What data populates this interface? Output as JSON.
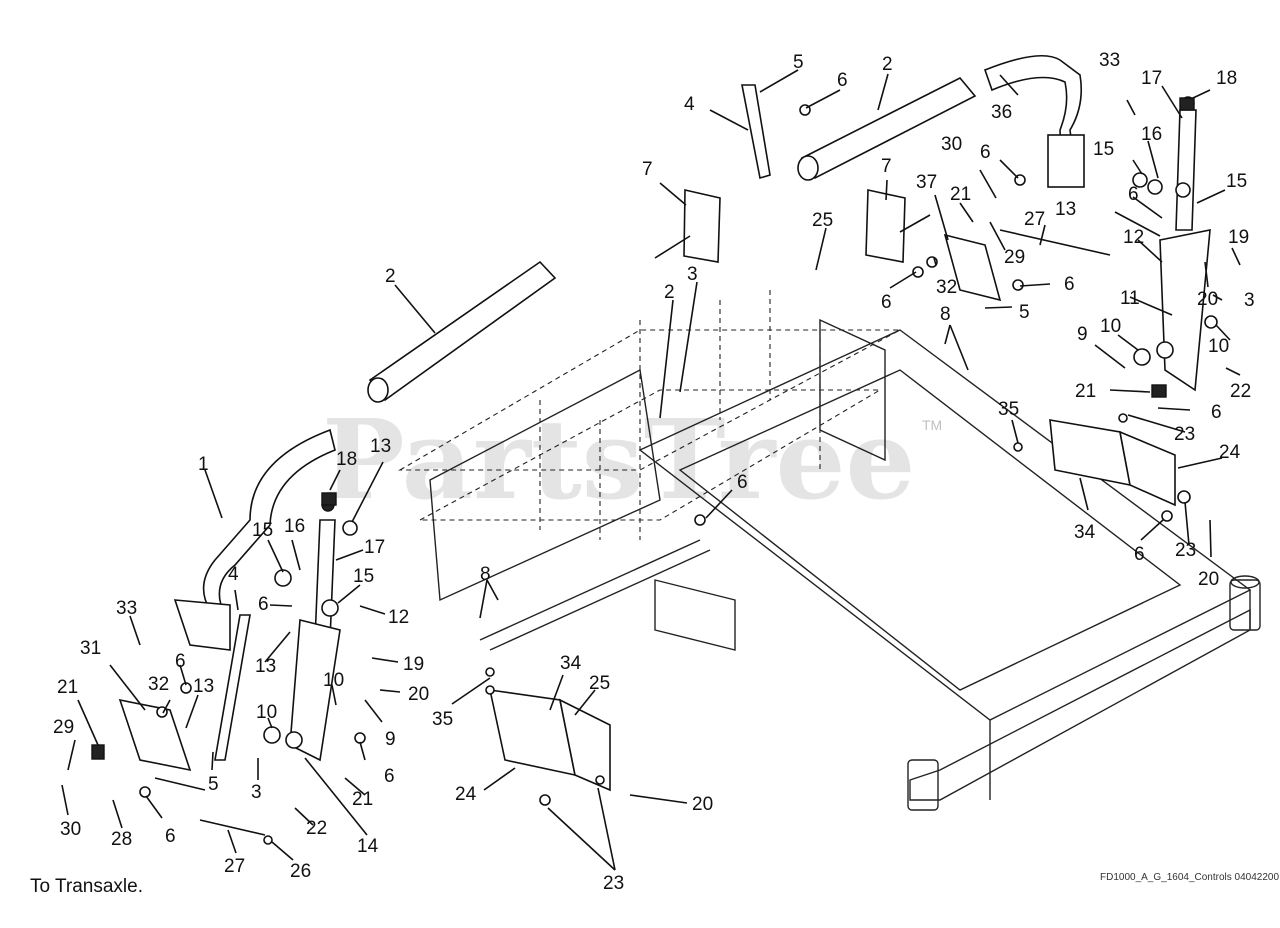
{
  "watermark": {
    "text": "PartsTree",
    "trademark": "TM"
  },
  "footer": {
    "left_note": "To Transaxle.",
    "drawing_code": "FD1000_A_G_1604_Controls 04042200"
  },
  "callouts": [
    {
      "label": "1"
    },
    {
      "label": "2"
    },
    {
      "label": "2"
    },
    {
      "label": "2"
    },
    {
      "label": "2"
    },
    {
      "label": "3"
    },
    {
      "label": "3"
    },
    {
      "label": "3"
    },
    {
      "label": "4"
    },
    {
      "label": "4"
    },
    {
      "label": "5"
    },
    {
      "label": "5"
    },
    {
      "label": "5"
    },
    {
      "label": "6"
    },
    {
      "label": "6"
    },
    {
      "label": "6"
    },
    {
      "label": "6"
    },
    {
      "label": "6"
    },
    {
      "label": "6"
    },
    {
      "label": "6"
    },
    {
      "label": "6"
    },
    {
      "label": "6"
    },
    {
      "label": "6"
    },
    {
      "label": "6"
    },
    {
      "label": "6"
    },
    {
      "label": "7"
    },
    {
      "label": "7"
    },
    {
      "label": "8"
    },
    {
      "label": "8"
    },
    {
      "label": "9"
    },
    {
      "label": "9"
    },
    {
      "label": "10"
    },
    {
      "label": "10"
    },
    {
      "label": "10"
    },
    {
      "label": "10"
    },
    {
      "label": "11"
    },
    {
      "label": "12"
    },
    {
      "label": "12"
    },
    {
      "label": "13"
    },
    {
      "label": "13"
    },
    {
      "label": "13"
    },
    {
      "label": "13"
    },
    {
      "label": "14"
    },
    {
      "label": "15"
    },
    {
      "label": "15"
    },
    {
      "label": "15"
    },
    {
      "label": "15"
    },
    {
      "label": "16"
    },
    {
      "label": "16"
    },
    {
      "label": "17"
    },
    {
      "label": "17"
    },
    {
      "label": "18"
    },
    {
      "label": "18"
    },
    {
      "label": "19"
    },
    {
      "label": "19"
    },
    {
      "label": "20"
    },
    {
      "label": "20"
    },
    {
      "label": "20"
    },
    {
      "label": "20"
    },
    {
      "label": "21"
    },
    {
      "label": "21"
    },
    {
      "label": "21"
    },
    {
      "label": "21"
    },
    {
      "label": "22"
    },
    {
      "label": "22"
    },
    {
      "label": "23"
    },
    {
      "label": "23"
    },
    {
      "label": "23"
    },
    {
      "label": "24"
    },
    {
      "label": "24"
    },
    {
      "label": "25"
    },
    {
      "label": "25"
    },
    {
      "label": "26"
    },
    {
      "label": "27"
    },
    {
      "label": "27"
    },
    {
      "label": "28"
    },
    {
      "label": "29"
    },
    {
      "label": "29"
    },
    {
      "label": "30"
    },
    {
      "label": "30"
    },
    {
      "label": "31"
    },
    {
      "label": "32"
    },
    {
      "label": "32"
    },
    {
      "label": "33"
    },
    {
      "label": "33"
    },
    {
      "label": "34"
    },
    {
      "label": "34"
    },
    {
      "label": "35"
    },
    {
      "label": "35"
    },
    {
      "label": "36"
    },
    {
      "label": "37"
    }
  ]
}
